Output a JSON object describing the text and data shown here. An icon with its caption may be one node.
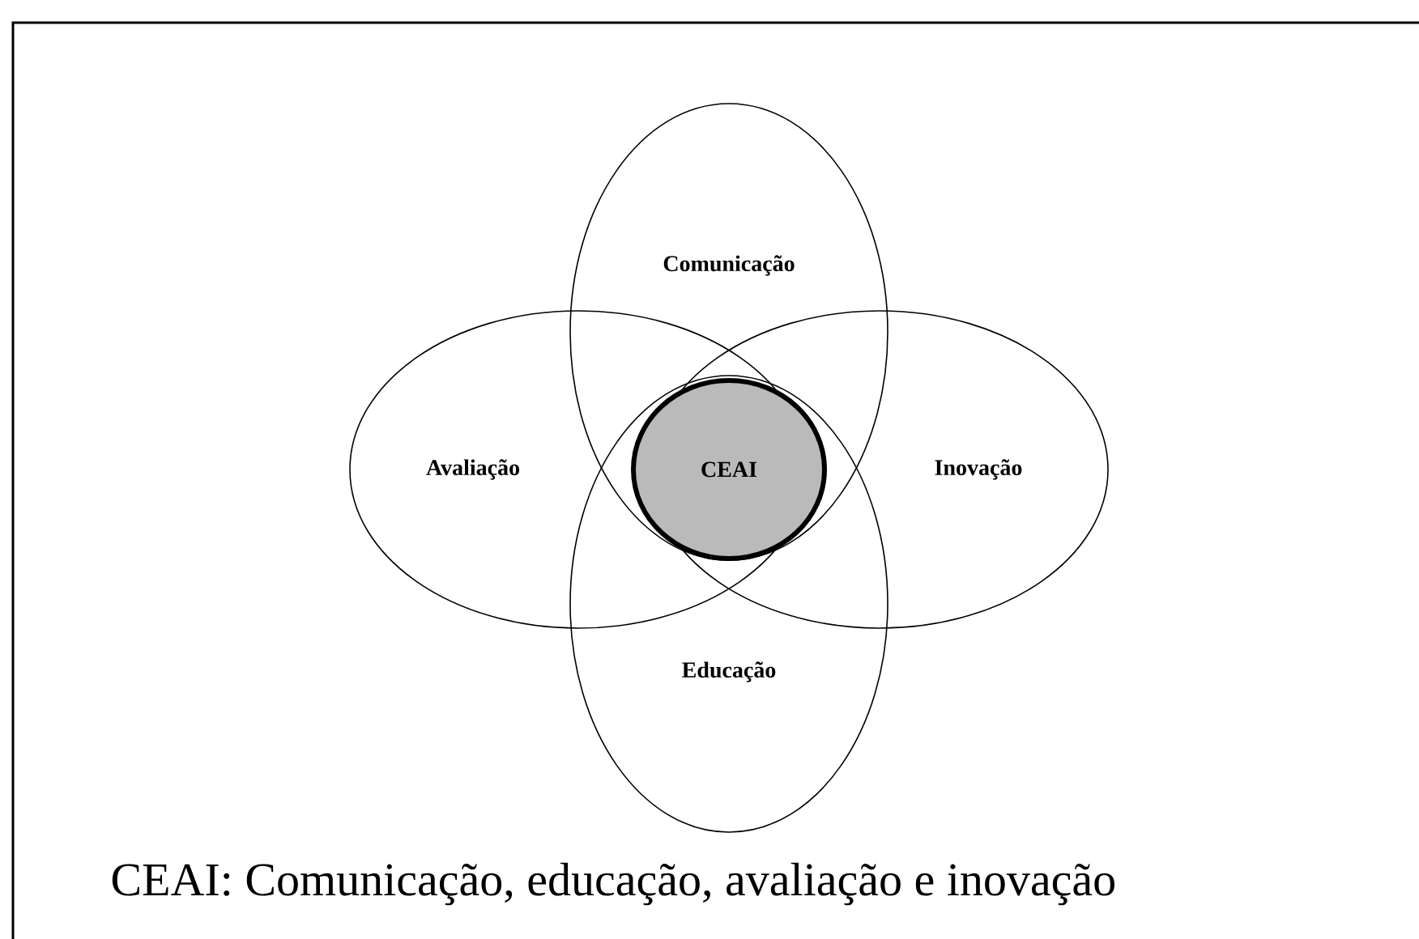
{
  "diagram": {
    "caption": "CEAI: Comunicação, educação, avaliação e inovação",
    "nodes": [
      {
        "text": [
          "Comunicação"
        ]
      },
      {
        "text": [
          "Avaliação"
        ]
      },
      {
        "text": [
          "CEAI"
        ]
      },
      {
        "text": [
          "Inovação"
        ]
      },
      {
        "text": [
          "Educação"
        ]
      }
    ]
  }
}
